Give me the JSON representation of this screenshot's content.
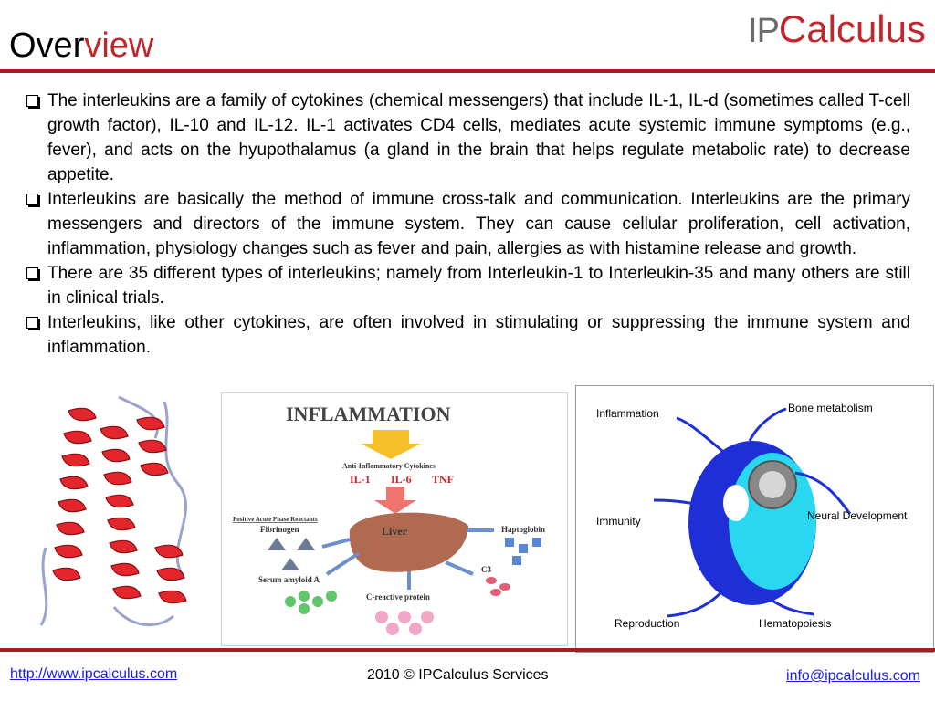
{
  "title": {
    "part1": "Over",
    "part2": "view"
  },
  "logo": {
    "ip": "IP",
    "calc": "Calculus"
  },
  "bullets": [
    "The interleukins are a family of cytokines (chemical messengers) that include IL-1, IL-d (sometimes called T-cell growth factor), IL-10 and IL-12. IL-1 activates CD4 cells, mediates acute systemic immune symptoms (e.g., fever), and acts on the hyupothalamus (a gland in the brain that helps regulate metabolic rate) to decrease appetite.",
    "Interleukins are basically the method of immune cross-talk and communication. Interleukins are the primary messengers and directors of the immune system. They can cause cellular proliferation, cell activation, inflammation, physiology changes such as fever and pain, allergies as with histamine release and growth.",
    "There are 35 different types of interleukins; namely from Interleukin-1 to Interleukin-35 and many others are still in clinical trials.",
    "Interleukins, like other cytokines, are often involved in stimulating or suppressing the immune system and inflammation."
  ],
  "inflammation_figure": {
    "title": "INFLAMMATION",
    "cytokines_label": "Anti-Inflammatory Cytokines",
    "cytokines": [
      "IL-1",
      "IL-6",
      "TNF"
    ],
    "reactants_label": "Positive Acute Phase Reactants",
    "organ": "Liver",
    "outputs": [
      "Fibrinogen",
      "Serum amyloid A",
      "C-reactive protein",
      "C3",
      "Haptoglobin"
    ]
  },
  "functions_figure": {
    "labels": [
      "Inflammation",
      "Bone metabolism",
      "Immunity",
      "Neural Development",
      "Reproduction",
      "Hematopoiesis"
    ]
  },
  "footer": {
    "website": "http://www.ipcalculus.com",
    "copyright": "2010 © IPCalculus Services",
    "email": "info@ipcalculus.com"
  }
}
